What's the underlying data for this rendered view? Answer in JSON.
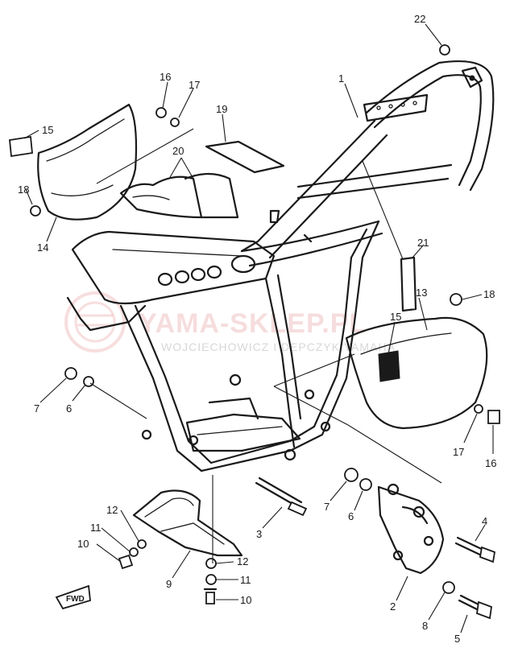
{
  "watermark": {
    "brand": "YAMA-SKLEP.PL",
    "subtitle": "WOJCIECHOWICZ I DEPCZYK YAMAHA"
  },
  "direction_tag": "FWD",
  "part_labels": [
    {
      "id": "1",
      "text": "1"
    },
    {
      "id": "2",
      "text": "2"
    },
    {
      "id": "3",
      "text": "3"
    },
    {
      "id": "4",
      "text": "4"
    },
    {
      "id": "5",
      "text": "5"
    },
    {
      "id": "6a",
      "text": "6"
    },
    {
      "id": "6b",
      "text": "6"
    },
    {
      "id": "7a",
      "text": "7"
    },
    {
      "id": "7b",
      "text": "7"
    },
    {
      "id": "8",
      "text": "8"
    },
    {
      "id": "9",
      "text": "9"
    },
    {
      "id": "10a",
      "text": "10"
    },
    {
      "id": "10b",
      "text": "10"
    },
    {
      "id": "11a",
      "text": "11"
    },
    {
      "id": "11b",
      "text": "11"
    },
    {
      "id": "12a",
      "text": "12"
    },
    {
      "id": "12b",
      "text": "12"
    },
    {
      "id": "13",
      "text": "13"
    },
    {
      "id": "14",
      "text": "14"
    },
    {
      "id": "15a",
      "text": "15"
    },
    {
      "id": "15b",
      "text": "15"
    },
    {
      "id": "16a",
      "text": "16"
    },
    {
      "id": "16b",
      "text": "16"
    },
    {
      "id": "17a",
      "text": "17"
    },
    {
      "id": "17b",
      "text": "17"
    },
    {
      "id": "18a",
      "text": "18"
    },
    {
      "id": "18b",
      "text": "18"
    },
    {
      "id": "19",
      "text": "19"
    },
    {
      "id": "20",
      "text": "20"
    },
    {
      "id": "21",
      "text": "21"
    },
    {
      "id": "22",
      "text": "22"
    }
  ]
}
